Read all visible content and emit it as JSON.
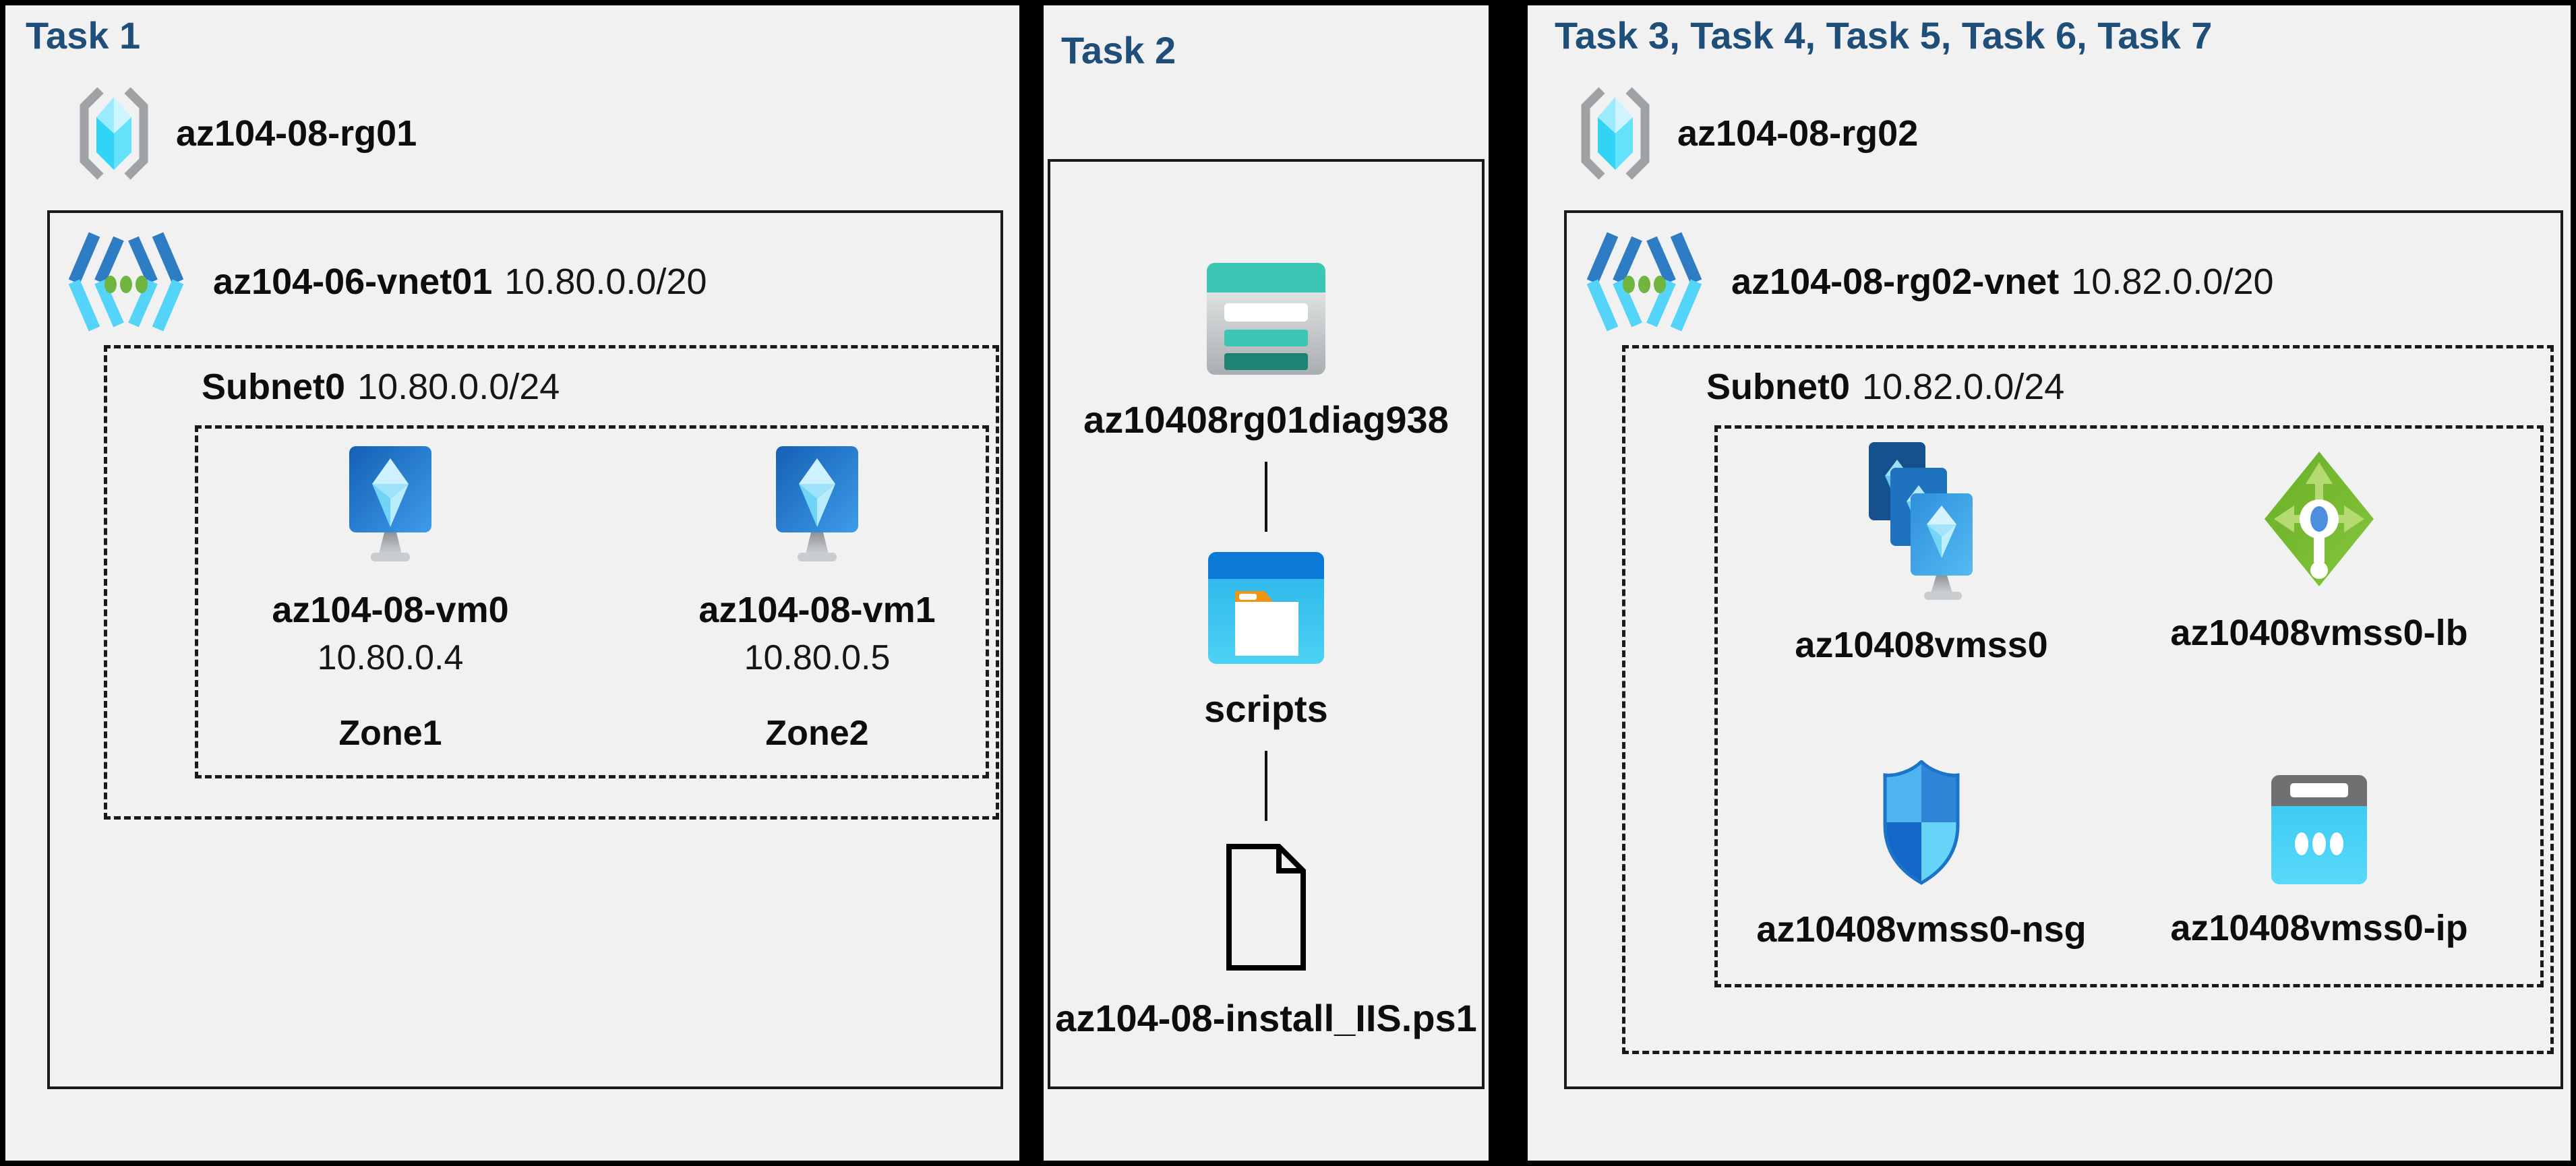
{
  "colors": {
    "title": "#1f4e79",
    "panel_bg": "#f1f1f2",
    "frame_bg": "#000000",
    "vm_blue": "#2f8ae0",
    "vnet_green_dot": "#6fb53f",
    "lb_green": "#76b82a",
    "storage_teal": "#3bc7b3",
    "folder_orange": "#f0950f",
    "ip_cyan": "#35c7f2"
  },
  "panels": [
    {
      "title": "Task 1",
      "resource_group": {
        "name": "az104-08-rg01",
        "icon": "resource-group-icon"
      },
      "vnet": {
        "name": "az104-06-vnet01",
        "cidr": "10.80.0.0/20",
        "icon": "virtual-network-icon",
        "subnet": {
          "name": "Subnet0",
          "cidr": "10.80.0.0/24",
          "vms": [
            {
              "name": "az104-08-vm0",
              "ip": "10.80.0.4",
              "zone": "Zone1",
              "icon": "virtual-machine-icon"
            },
            {
              "name": "az104-08-vm1",
              "ip": "10.80.0.5",
              "zone": "Zone2",
              "icon": "virtual-machine-icon"
            }
          ]
        }
      }
    },
    {
      "title": "Task 2",
      "items": [
        {
          "name": "az10408rg01diag938",
          "icon": "storage-account-icon"
        },
        {
          "name": "scripts",
          "icon": "blob-container-icon"
        },
        {
          "name": "az104-08-install_IIS.ps1",
          "icon": "script-file-icon"
        }
      ]
    },
    {
      "title": "Task 3, Task 4, Task 5, Task 6, Task 7",
      "resource_group": {
        "name": "az104-08-rg02",
        "icon": "resource-group-icon"
      },
      "vnet": {
        "name": "az104-08-rg02-vnet",
        "cidr": "10.82.0.0/20",
        "icon": "virtual-network-icon",
        "subnet": {
          "name": "Subnet0",
          "cidr": "10.82.0.0/24",
          "resources": [
            {
              "name": "az10408vmss0",
              "icon": "vm-scale-set-icon"
            },
            {
              "name": "az10408vmss0-lb",
              "icon": "load-balancer-icon"
            },
            {
              "name": "az10408vmss0-nsg",
              "icon": "network-security-group-icon"
            },
            {
              "name": "az10408vmss0-ip",
              "icon": "public-ip-icon"
            }
          ]
        }
      }
    }
  ]
}
